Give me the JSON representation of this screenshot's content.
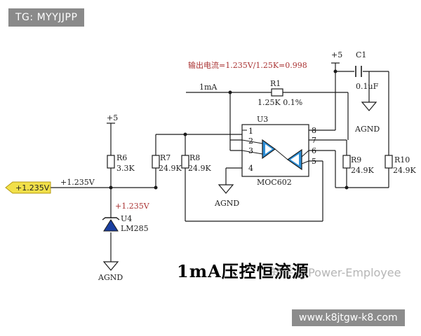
{
  "watermark_top": "TG: MYYJJPP",
  "watermark_bottom": "www.k8jtgw-k8.com",
  "watermark_overlay": "知乎 @Power-Employee",
  "title": "1mA压控恒流源",
  "formula": "输出电流=1.235V/1.25K=0.998",
  "input_port": "+1.235V",
  "net_labels": {
    "node_left": "+1.235V",
    "node_ref": "+1.235V",
    "supply_r6": "+5",
    "supply_c1": "+5",
    "output_1ma": "1mA"
  },
  "components": {
    "r1": {
      "ref": "R1",
      "value": "1.25K 0.1%"
    },
    "r6": {
      "ref": "R6",
      "value": "3.3K"
    },
    "r7": {
      "ref": "R7",
      "value": "24.9K"
    },
    "r8": {
      "ref": "R8",
      "value": "24.9K"
    },
    "r9": {
      "ref": "R9",
      "value": "24.9K"
    },
    "r10": {
      "ref": "R10",
      "value": "24.9K"
    },
    "c1": {
      "ref": "C1",
      "value": "0.1uF"
    },
    "u3": {
      "ref": "U3",
      "part": "MOC602",
      "pins": [
        "1",
        "2",
        "3",
        "4",
        "5",
        "6",
        "7",
        "8"
      ]
    },
    "u4": {
      "ref": "U4",
      "part": "LM285"
    }
  },
  "grounds": [
    "AGND",
    "AGND",
    "AGND"
  ],
  "colors": {
    "wire": "#1a1a1a",
    "red_text": "#a33333",
    "port_fill": "#f2e04a",
    "opamp_fill": "#2f8fd6",
    "opamp_stroke": "#1a1a1a",
    "diode_fill": "#1a3fa0",
    "tag_bg": "#8a8a8a"
  }
}
